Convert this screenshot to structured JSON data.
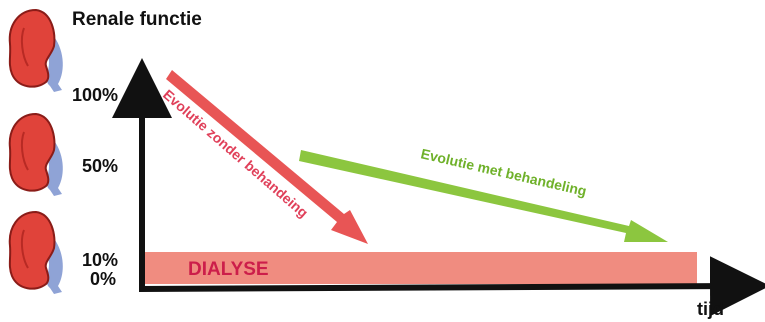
{
  "title": "Renale functie",
  "y_axis": {
    "ticks": [
      "100%",
      "50%",
      "10%",
      "0%"
    ]
  },
  "x_axis": {
    "label": "tijd"
  },
  "dialysis_band": {
    "label": "DIALYSE",
    "color": "#f08c80",
    "text_color": "#cc1e4a"
  },
  "arrows": [
    {
      "label": "Evolutie zonder behandeing",
      "color": "#e85555",
      "text_color": "#e0405a"
    },
    {
      "label": "Evolutie met behandeling",
      "color": "#8cc63f",
      "text_color": "#6fb12a"
    }
  ],
  "icons": [
    "kidney-icon",
    "kidney-icon",
    "kidney-icon"
  ],
  "colors": {
    "axis": "#111111",
    "kidney": "#e0433a",
    "ureter": "#8fa3d6"
  }
}
